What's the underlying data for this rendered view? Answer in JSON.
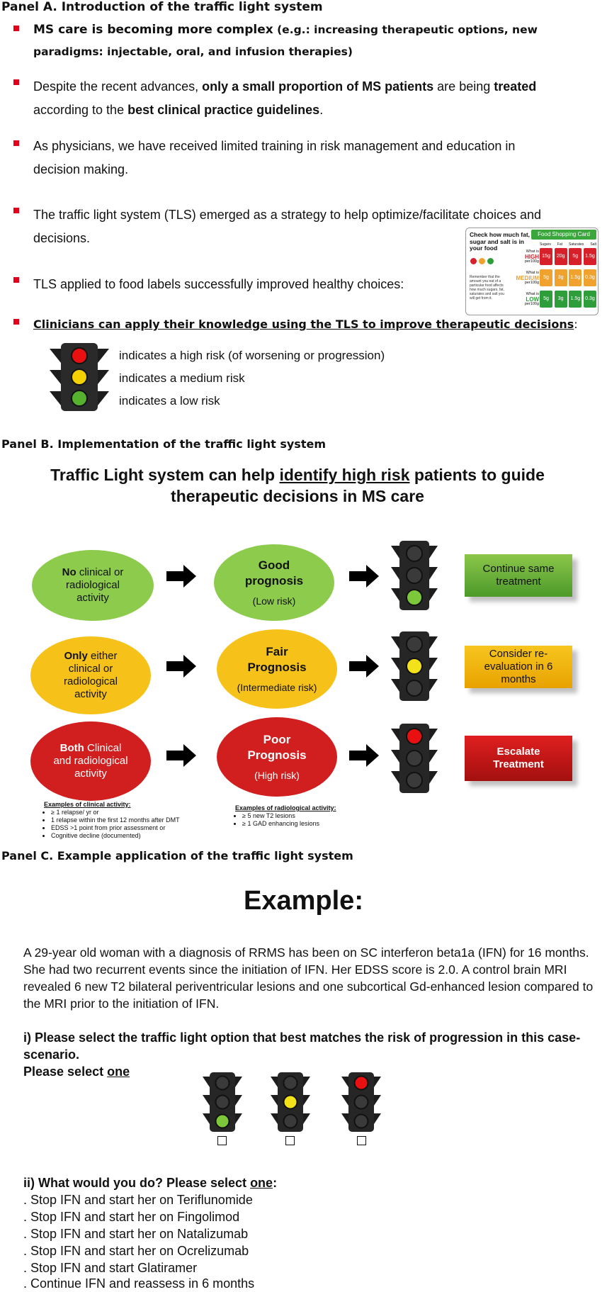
{
  "panel_a": {
    "title": "Panel A. Introduction of the traffic light system",
    "b1_bold": "MS care is becoming more complex",
    "b1_rest": " (e.g.: increasing therapeutic options, new paradigms: injectable, oral, and infusion therapies)",
    "b2_p1": "Despite the recent advances, ",
    "b2_b1": "only a small proportion of MS patients",
    "b2_p2": " are being ",
    "b2_b2": "treated",
    "b2_p3": " according to the ",
    "b2_b3": "best clinical practice guidelines",
    "b2_p4": ".",
    "b3": "As physicians, we have received limited training in risk management and education in decision making.",
    "b4": "The traffic light system (TLS) emerged as a strategy to help optimize/facilitate choices and decisions.",
    "b5": "TLS applied to food labels successfully improved healthy choices:",
    "b6": "Clinicians can apply their knowledge using the TLS to improve therapeutic decisions",
    "b6_end": ":",
    "legend_high": "indicates a high risk (of worsening or progression)",
    "legend_medium": "indicates a medium risk",
    "legend_low": "indicates a low risk",
    "food_card": {
      "heading": "Check how much fat, sugar and salt is in your food",
      "badge": "Food Shopping Card",
      "cols": [
        "Sugars",
        "Fat",
        "Saturates",
        "Salt"
      ],
      "note": "Remember that the amount you eat of a particular food affects how much sugars, fat, saturates and salt you will get from it.",
      "what_is": "What is",
      "per100": "per100g",
      "high": "HIGH",
      "medium": "MEDIUM",
      "low": "LOW",
      "high_vals": [
        "15g",
        "20g",
        "5g",
        "1.5g"
      ],
      "medium_vals": [
        "5g",
        "3g",
        "1.5g",
        "0.3g"
      ],
      "low_vals": [
        "5g",
        "3g",
        "1.5g",
        "0.3g"
      ],
      "colors": {
        "high": "#d7202a",
        "medium": "#f0a22e",
        "low": "#2e9e3a",
        "badge": "#3aa63c"
      }
    }
  },
  "panel_b": {
    "title": "Panel B. Implementation of the traffic light system",
    "headline_p1": "Traffic Light system can help ",
    "headline_u": "identify high risk",
    "headline_p2": " patients to guide therapeutic decisions in MS care",
    "rows": [
      {
        "in_bold": "No",
        "in_rest": " clinical or radiological activity",
        "prog": "Good prognosis",
        "risk": "(Low risk)",
        "action": "Continue same treatment",
        "ecolor": "#8dcb4c",
        "acolor_top": "#8cc64a",
        "acolor_bot": "#4c9a2a",
        "atext": "#111111"
      },
      {
        "in_bold": "Only",
        "in_rest": " either clinical or radiological activity",
        "prog": "Fair Prognosis",
        "risk": "(Intermediate risk)",
        "action": "Consider re-evaluation in 6 months",
        "ecolor": "#f6c21a",
        "acolor_top": "#f7c51f",
        "acolor_bot": "#e8a200",
        "atext": "#111111"
      },
      {
        "in_bold": "Both",
        "in_rest": " Clinical and radiological activity",
        "prog": "Poor Prognosis",
        "risk": "(High risk)",
        "action": "Escalate Treatment",
        "ecolor": "#d11f1f",
        "acolor_top": "#e01f1f",
        "acolor_bot": "#a30f0f",
        "atext": "#ffffff"
      }
    ],
    "clin_title": "Examples of clinical activity:",
    "clin_items": [
      "≥ 1 relapse/ yr    or",
      "1 relapse within the first 12 months after DMT",
      "EDSS >1 point from prior assessment   or",
      "Cognitive decline (documented)"
    ],
    "rad_title": "Examples of radiological activity:",
    "rad_items": [
      "≥ 5 new T2 lesions",
      "≥ 1 GAD enhancing lesions"
    ]
  },
  "panel_c": {
    "title": "Panel C. Example application of the traffic light system",
    "example": "Example:",
    "case": "A 29-year old woman with a diagnosis of RRMS has been on SC interferon beta1a (IFN) for 16 months.  She had two recurrent events since the initiation of IFN. Her EDSS score is 2.0. A control brain MRI revealed 6 new T2 bilateral periventricular lesions and one subcortical Gd-enhanced lesion compared to the MRI prior to the initiation of IFN.",
    "q1": "i) Please select the traffic light option that best matches the risk of progression in this case-scenario.",
    "q1_select": "Please select ",
    "q1_one": "one",
    "q2": "ii) What would you do? Please select ",
    "q2_one": "one",
    "q2_end": ":",
    "options": [
      ". Stop IFN and start her on Teriflunomide",
      ". Stop IFN and start her on Fingolimod",
      ". Stop IFN and start her on Natalizumab",
      ". Stop IFN and start her on Ocrelizumab",
      ". Stop IFN and start Glatiramer",
      ". Continue IFN and reassess in 6 months"
    ]
  },
  "colors": {
    "bullet": "#e3001b",
    "red_light": "#e81010",
    "yellow_light": "#f3d000",
    "green_light": "#56b22e"
  }
}
